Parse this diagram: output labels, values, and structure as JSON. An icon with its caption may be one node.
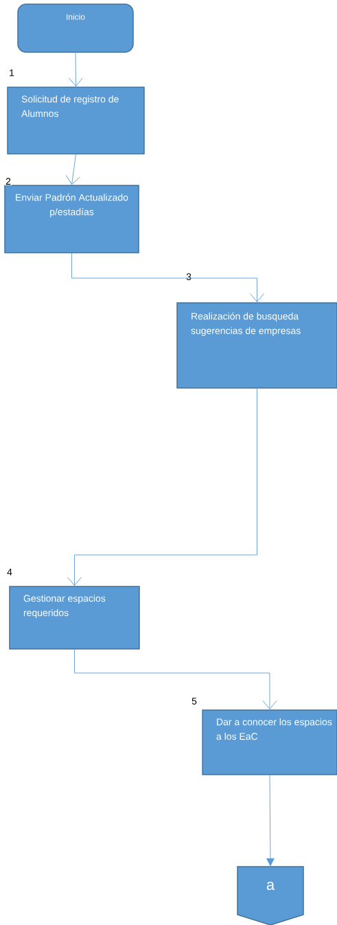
{
  "diagram": {
    "nodes": [
      {
        "text": [
          "Inicio"
        ]
      },
      {
        "text": [
          "Solicitud de registro de Alumnos"
        ],
        "beside": [
          "1"
        ]
      },
      {
        "text": [
          "Enviar Padrón Actualizado p/estadías"
        ],
        "beside": [
          "2"
        ]
      },
      {
        "text": [
          "Realización de busqueda sugerencias de empresas"
        ],
        "beside": [
          "3"
        ]
      },
      {
        "text": [
          "Gestionar espacios requeridos"
        ],
        "beside": [
          "4"
        ]
      },
      {
        "text": [
          "Dar a conocer los espacios a los EaC"
        ],
        "beside": [
          "5"
        ]
      },
      {
        "text": [
          "a"
        ]
      }
    ],
    "edges": [
      {
        "from": 0,
        "to": 1,
        "arrow": "to"
      },
      {
        "from": 1,
        "to": 2,
        "arrow": "to"
      },
      {
        "from": 2,
        "to": 3,
        "arrow": "to"
      },
      {
        "from": 3,
        "to": 4,
        "arrow": "to"
      },
      {
        "from": 4,
        "to": 5,
        "arrow": "to"
      },
      {
        "from": 5,
        "to": 6,
        "arrow": "to"
      }
    ]
  }
}
